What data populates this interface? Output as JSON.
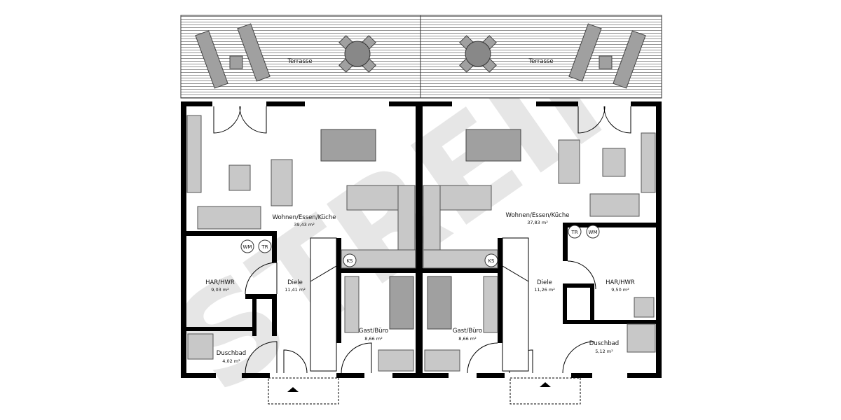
{
  "watermark": "STREIF",
  "left_unit": {
    "terrace": "Terrasse",
    "living": {
      "name": "Wohnen/Essen/Küche",
      "area": "39,43 m²"
    },
    "utility": {
      "name": "HAR/HWR",
      "area": "9,03 m²"
    },
    "hall": {
      "name": "Diele",
      "area": "11,41 m²"
    },
    "guest": {
      "name": "Gast/Büro",
      "area": "8,66 m²"
    },
    "bath": {
      "name": "Duschbad",
      "area": "4,02 m²"
    },
    "appliances": {
      "washer": "WM",
      "dryer": "TR",
      "fridge": "KS"
    }
  },
  "right_unit": {
    "terrace": "Terrasse",
    "living": {
      "name": "Wohnen/Essen/Küche",
      "area": "37,83 m²"
    },
    "utility": {
      "name": "HAR/HWR",
      "area": "9,50 m²"
    },
    "hall": {
      "name": "Diele",
      "area": "11,26 m²"
    },
    "guest": {
      "name": "Gast/Büro",
      "area": "8,66 m²"
    },
    "bath": {
      "name": "Duschbad",
      "area": "5,12 m²"
    },
    "appliances": {
      "washer": "WM",
      "dryer": "TR",
      "fridge": "KS"
    }
  }
}
